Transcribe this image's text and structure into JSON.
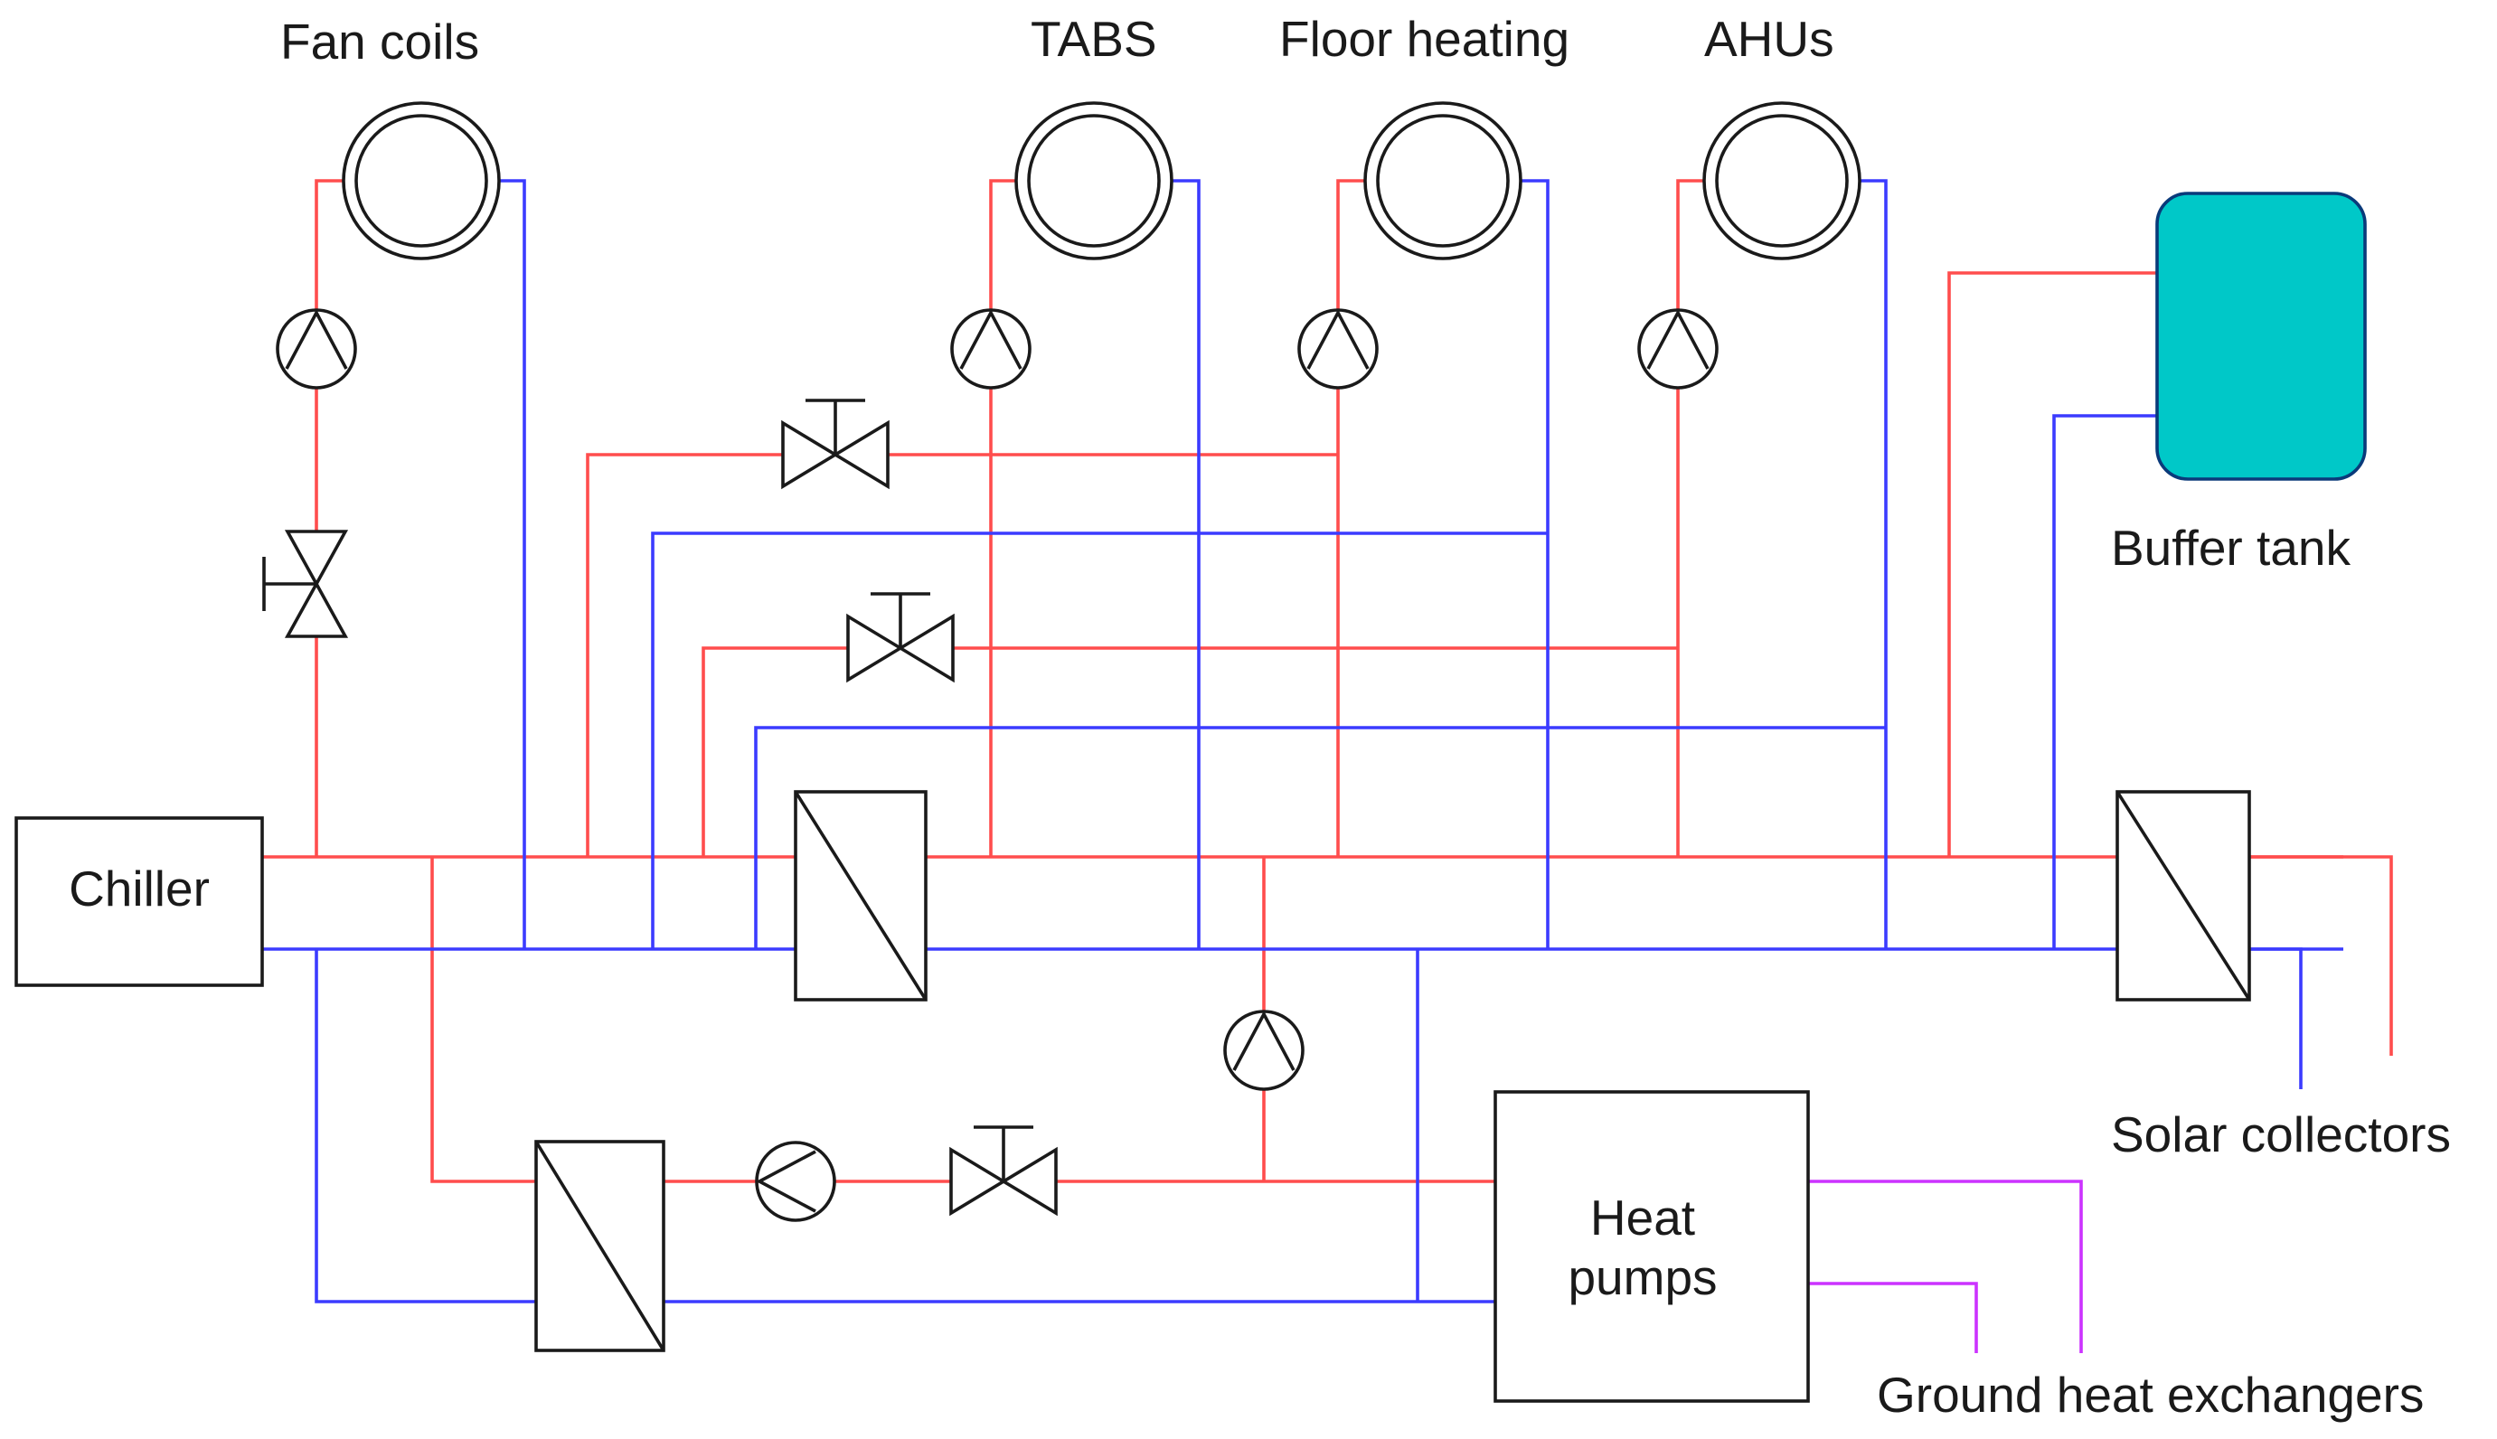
{
  "labels": {
    "fan_coils": "Fan coils",
    "tabs": "TABS",
    "floor_heating": "Floor heating",
    "ahus": "AHUs",
    "buffer_tank": "Buffer tank",
    "chiller": "Chiller",
    "solar_collectors": "Solar collectors",
    "heat_pumps_line1": "Heat",
    "heat_pumps_line2": "pumps",
    "ground_heat_exchangers": "Ground heat exchangers"
  },
  "colors": {
    "supply": "#ff4d4d",
    "return": "#3b3bff",
    "ground_loop": "#cc33ff",
    "buffer_tank_fill": "#00c8c8"
  },
  "icons": [
    "pump-icon",
    "valve-icon",
    "heat-exchanger-icon",
    "coil-icon",
    "tank-icon"
  ]
}
